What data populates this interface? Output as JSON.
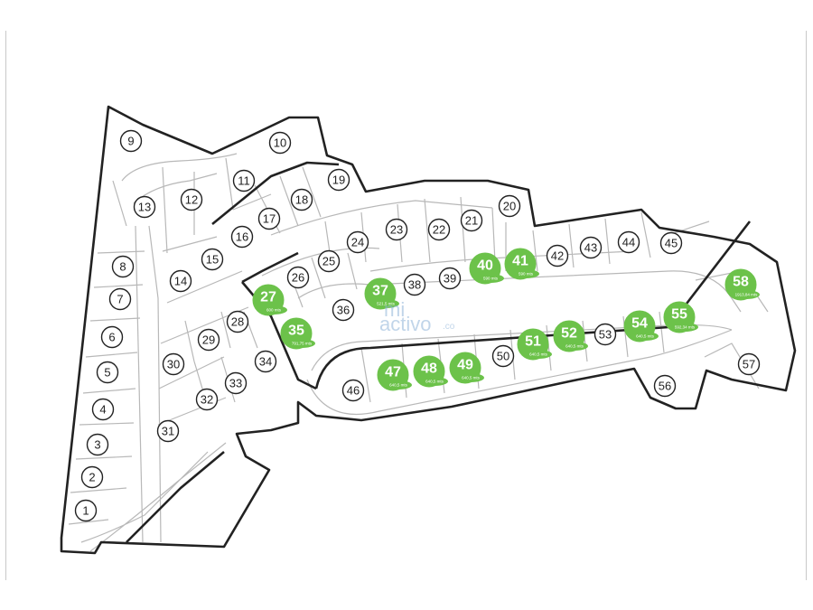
{
  "map": {
    "available_color": "#6cc24a",
    "outline_color": "#222222",
    "line_color": "#b8b8b8",
    "lots": [
      {
        "n": "1"
      },
      {
        "n": "2"
      },
      {
        "n": "3"
      },
      {
        "n": "4"
      },
      {
        "n": "5"
      },
      {
        "n": "6"
      },
      {
        "n": "7"
      },
      {
        "n": "8"
      },
      {
        "n": "9"
      },
      {
        "n": "10"
      },
      {
        "n": "11"
      },
      {
        "n": "12"
      },
      {
        "n": "13"
      },
      {
        "n": "14"
      },
      {
        "n": "15"
      },
      {
        "n": "16"
      },
      {
        "n": "17"
      },
      {
        "n": "18"
      },
      {
        "n": "19"
      },
      {
        "n": "20"
      },
      {
        "n": "21"
      },
      {
        "n": "22"
      },
      {
        "n": "23"
      },
      {
        "n": "24"
      },
      {
        "n": "25"
      },
      {
        "n": "26"
      },
      {
        "n": "27",
        "available": true,
        "area": "600 mts"
      },
      {
        "n": "28"
      },
      {
        "n": "29"
      },
      {
        "n": "30"
      },
      {
        "n": "31"
      },
      {
        "n": "32"
      },
      {
        "n": "33"
      },
      {
        "n": "34"
      },
      {
        "n": "35",
        "available": true,
        "area": "791,75 mts"
      },
      {
        "n": "36"
      },
      {
        "n": "37",
        "available": true,
        "area": "521,5 mts"
      },
      {
        "n": "38"
      },
      {
        "n": "39"
      },
      {
        "n": "40",
        "available": true,
        "area": "590 mts"
      },
      {
        "n": "41",
        "available": true,
        "area": "590 mts"
      },
      {
        "n": "42"
      },
      {
        "n": "43"
      },
      {
        "n": "44"
      },
      {
        "n": "45"
      },
      {
        "n": "46"
      },
      {
        "n": "47",
        "available": true,
        "area": "640,5 mts"
      },
      {
        "n": "48",
        "available": true,
        "area": "640,5 mts"
      },
      {
        "n": "49",
        "available": true,
        "area": "640,5 mts"
      },
      {
        "n": "50"
      },
      {
        "n": "51",
        "available": true,
        "area": "640,5 mts"
      },
      {
        "n": "52",
        "available": true,
        "area": "640,5 mts"
      },
      {
        "n": "53"
      },
      {
        "n": "54",
        "available": true,
        "area": "640,5 mts"
      },
      {
        "n": "55",
        "available": true,
        "area": "592,34 mts"
      },
      {
        "n": "56"
      },
      {
        "n": "57"
      },
      {
        "n": "58",
        "available": true,
        "area": "1913,84 mts"
      }
    ]
  },
  "watermark": {
    "prefix": "mi",
    "name": "activo",
    "suffix": ".co"
  }
}
